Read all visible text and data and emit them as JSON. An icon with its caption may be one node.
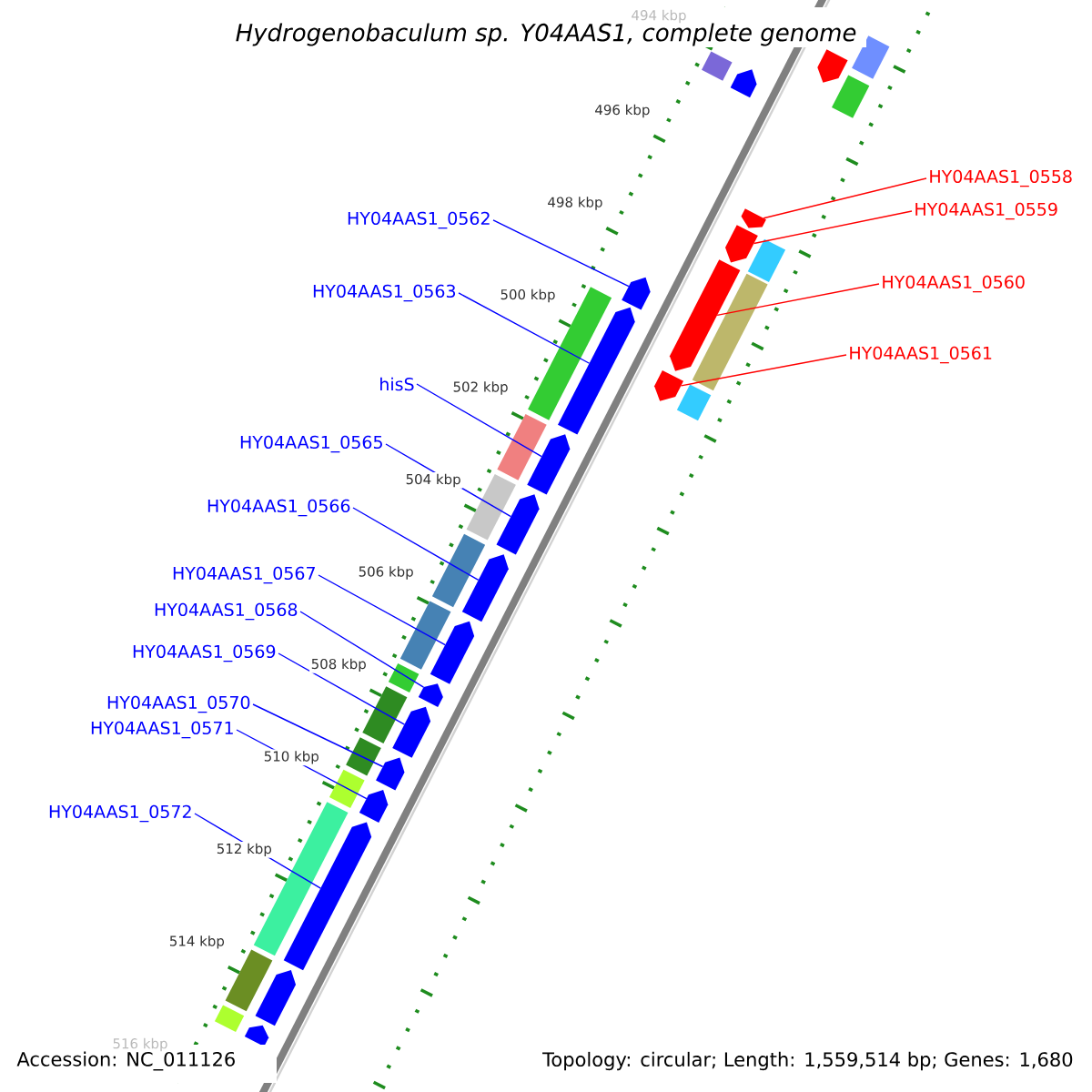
{
  "diagram": {
    "title": "Hydrogenobaculum sp. Y04AAS1, complete genome",
    "nodes": [
      {
        "text": [
          "HY04AAS1_0558"
        ]
      },
      {
        "text": [
          "HY04AAS1_0559"
        ]
      },
      {
        "text": [
          "HY04AAS1_0562"
        ]
      },
      {
        "text": [
          "HY04AAS1_0560"
        ]
      },
      {
        "text": [
          "HY04AAS1_0563"
        ]
      },
      {
        "text": [
          "HY04AAS1_0561"
        ]
      },
      {
        "text": [
          "hisS"
        ]
      },
      {
        "text": [
          "HY04AAS1_0565"
        ]
      },
      {
        "text": [
          "HY04AAS1_0566"
        ]
      },
      {
        "text": [
          "HY04AAS1_0567"
        ]
      },
      {
        "text": [
          "HY04AAS1_0568"
        ]
      },
      {
        "text": [
          "HY04AAS1_0569"
        ]
      },
      {
        "text": [
          "HY04AAS1_0570"
        ]
      },
      {
        "text": [
          "HY04AAS1_0571"
        ]
      },
      {
        "text": [
          "HY04AAS1_0572"
        ]
      },
      {
        "text": [],
        "shape": "arrow"
      },
      {
        "text": [],
        "shape": "arrow"
      },
      {
        "text": [],
        "shape": "arrow"
      },
      {
        "text": [],
        "shape": "arrow"
      },
      {
        "text": [],
        "shape": "arrow"
      },
      {
        "text": [],
        "shape": "arrow"
      },
      {
        "text": [],
        "shape": "arrow"
      },
      {
        "text": [],
        "shape": "arrow"
      },
      {
        "text": [],
        "shape": "arrow"
      },
      {
        "text": [],
        "shape": "arrow"
      },
      {
        "text": [],
        "shape": "arrow"
      },
      {
        "text": [],
        "shape": "arrow"
      },
      {
        "text": [],
        "shape": "arrow"
      },
      {
        "text": [],
        "shape": "arrow"
      },
      {
        "text": [],
        "shape": "arrow"
      },
      {
        "text": [],
        "shape": "arrow"
      },
      {
        "text": [],
        "shape": "arrow"
      },
      {
        "text": [],
        "shape": "arrow"
      },
      {
        "text": [],
        "shape": "arrow"
      },
      {
        "text": [],
        "shape": "bar"
      },
      {
        "text": [],
        "shape": "bar"
      },
      {
        "text": [],
        "shape": "bar"
      },
      {
        "text": [],
        "shape": "bar"
      },
      {
        "text": [],
        "shape": "bar"
      },
      {
        "text": [],
        "shape": "bar"
      },
      {
        "text": [],
        "shape": "bar"
      },
      {
        "text": [],
        "shape": "bar"
      },
      {
        "text": [],
        "shape": "bar"
      },
      {
        "text": [],
        "shape": "bar"
      },
      {
        "text": [],
        "shape": "bar"
      },
      {
        "text": [],
        "shape": "bar"
      },
      {
        "text": [],
        "shape": "bar"
      },
      {
        "text": [],
        "shape": "bar"
      },
      {
        "text": [],
        "shape": "bar"
      },
      {
        "text": [],
        "shape": "bar"
      },
      {
        "text": [],
        "shape": "bar"
      },
      {
        "text": [],
        "shape": "bar"
      }
    ],
    "edges": [
      {
        "from": 0,
        "to": 17,
        "arrow": "none",
        "color": "#ff0000"
      },
      {
        "from": 1,
        "to": 18,
        "arrow": "none",
        "color": "#ff0000"
      },
      {
        "from": 2,
        "to": 21,
        "arrow": "none"
      },
      {
        "from": 3,
        "to": 19,
        "arrow": "none",
        "color": "#ff0000"
      },
      {
        "from": 4,
        "to": 22,
        "arrow": "none"
      },
      {
        "from": 5,
        "to": 20,
        "arrow": "none",
        "color": "#ff0000"
      },
      {
        "from": 6,
        "to": 23,
        "arrow": "none"
      },
      {
        "from": 7,
        "to": 24,
        "arrow": "none"
      },
      {
        "from": 8,
        "to": 25,
        "arrow": "none"
      },
      {
        "from": 9,
        "to": 26,
        "arrow": "none"
      },
      {
        "from": 10,
        "to": 27,
        "arrow": "none"
      },
      {
        "from": 11,
        "to": 28,
        "arrow": "none"
      },
      {
        "from": 12,
        "to": 29,
        "arrow": "none"
      },
      {
        "from": 13,
        "to": 30,
        "arrow": "none"
      },
      {
        "from": 14,
        "to": 31,
        "arrow": "none"
      }
    ],
    "labels": [
      "494 kbp",
      "496 kbp",
      "498 kbp",
      "500 kbp",
      "502 kbp",
      "504 kbp",
      "506 kbp",
      "508 kbp",
      "510 kbp",
      "512 kbp",
      "514 kbp",
      "516 kbp",
      "Accession: NC_011126",
      "Topology: circular; Length: 1,559,514 bp; Genes: 1,680"
    ]
  }
}
